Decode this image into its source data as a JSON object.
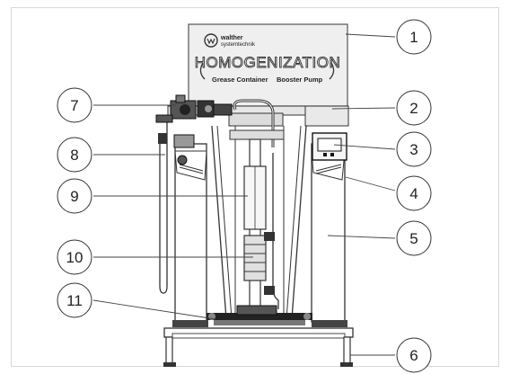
{
  "panel": {
    "brand_line1": "walther",
    "brand_line2": "systemtechnik",
    "title": "HOMOGENIZATION",
    "left_caption": "Grease Container",
    "right_caption": "Booster Pump"
  },
  "callouts": [
    "1",
    "2",
    "3",
    "4",
    "5",
    "6",
    "7",
    "8",
    "9",
    "10",
    "11"
  ],
  "colors": {
    "line": "#333333",
    "dark": "#1e1e1e",
    "panel_fill": "#efefef",
    "accent": "#8a8a8a"
  }
}
